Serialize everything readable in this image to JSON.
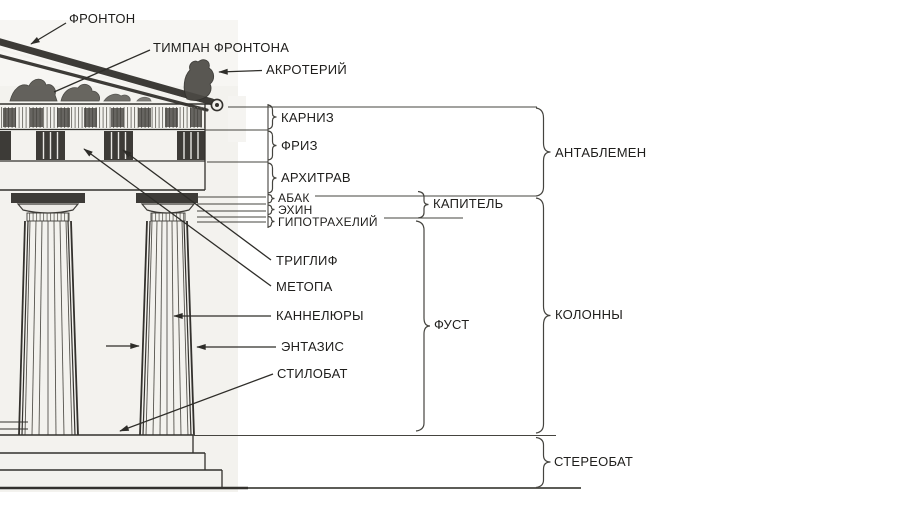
{
  "labels": {
    "fronton": "ФРОНТОН",
    "timpan_frontona": "ТИМПАН ФРОНТОНА",
    "akroteriy": "АКРОТЕРИЙ",
    "karniz": "КАРНИЗ",
    "friz": "ФРИЗ",
    "arhitrav": "АРХИТРАВ",
    "abak": "АБАК",
    "ehin": "ЭХИН",
    "gipotraheliy": "ГИПОТРАХЕЛИЙ",
    "triglif": "ТРИГЛИФ",
    "metopa": "МЕТОПА",
    "kannelyury": "КАННЕЛЮРЫ",
    "entazis": "ЭНТАЗИС",
    "stilobat": "СТИЛОБАТ",
    "kapitel": "КАПИТЕЛЬ",
    "fust": "ФУСТ",
    "antablemen": "АНТАБЛЕМЕН",
    "kolonny": "КОЛОННЫ",
    "stereobat": "СТЕРЕОБАТ"
  },
  "colors": {
    "background": "#ffffff",
    "paper": "#f3f2ee",
    "line": "#3b3a36",
    "annotation": "#45443f",
    "text": "#1f1e1c",
    "ink_dark": "#3d3b37"
  }
}
